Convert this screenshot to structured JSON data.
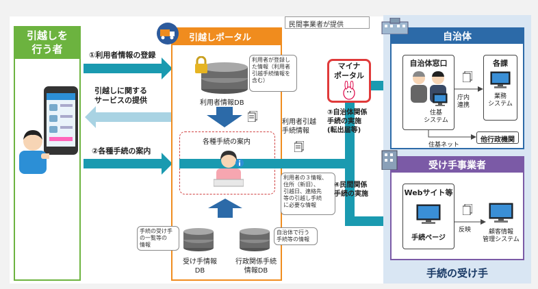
{
  "mover": {
    "title": "引越しを\n行う者"
  },
  "portal": {
    "title": "引越しポータル",
    "badge": "民間事業者が提供"
  },
  "arrows": {
    "step1": "①利用者情報の登録",
    "service": "引越しに関する\nサービスの提供",
    "step2": "②各種手続の案内",
    "step3": "③自治体関係\n手続の実施\n(転出届等)",
    "step4": "④民間関係\n手続の実施"
  },
  "user_db": {
    "label": "利用者情報DB",
    "note": "利用者が登録し\nた情報（利用者\n引越手続情報を\n含む）"
  },
  "guide": {
    "label": "各種手続の案内"
  },
  "user_move_info": {
    "label": "利用者引越\n手続情報"
  },
  "info_note": "利用者の３情報、\n住所（新旧）、\n引越日、連絡先\n等の引越し手続\nに必要な情報",
  "receiver_db": {
    "label": "受け手情報\nDB",
    "note": "手続の受け手\nの一覧等の\n情報"
  },
  "admin_db": {
    "label": "行政関係手続\n情報DB",
    "note": "自治体で行う\n手続等の情報"
  },
  "myna": {
    "label": "マイナ\nポータル"
  },
  "municipality": {
    "title": "自治体",
    "counter": "自治体窓口",
    "section": "各課",
    "residents_system": "住基\nシステム",
    "business_system": "業務\nシステム",
    "internal": "庁内\n連携",
    "juki_net": "住基ネット",
    "other_agencies": "他行政機関"
  },
  "business": {
    "title": "受け手事業者",
    "website": "Webサイト等",
    "procedure_page": "手続ページ",
    "reflect": "反映",
    "customer_system": "顧客情報\n管理システム"
  },
  "footer": {
    "title": "手続の受け手"
  },
  "colors": {
    "green": "#6cb33f",
    "orange": "#f08c1e",
    "teal": "#1a9ab0",
    "navy": "#2c6aa8",
    "purple": "#7b5aa6"
  }
}
